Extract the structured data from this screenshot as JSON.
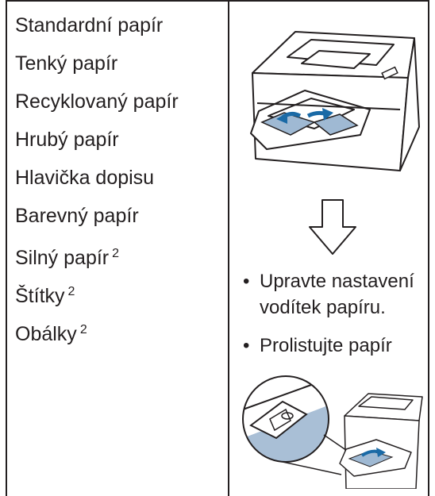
{
  "paper_types": [
    {
      "label": "Standardní papír",
      "note": ""
    },
    {
      "label": "Tenký papír",
      "note": ""
    },
    {
      "label": "Recyklovaný papír",
      "note": ""
    },
    {
      "label": "Hrubý papír",
      "note": ""
    },
    {
      "label": "Hlavička dopisu",
      "note": ""
    },
    {
      "label": "Barevný papír",
      "note": ""
    },
    {
      "label": "Silný papír",
      "note": "2"
    },
    {
      "label": "Štítky",
      "note": "2"
    },
    {
      "label": "Obálky",
      "note": "2"
    }
  ],
  "instructions": {
    "bullet_symbol": "•",
    "items": [
      "Upravte nastavení vodítek papíru.",
      "Prolistujte papír"
    ]
  },
  "illustrations": {
    "top": "printer-with-manual-feed-tray",
    "arrow": "down-arrow",
    "bottom": "printer-paper-guide-detail"
  }
}
